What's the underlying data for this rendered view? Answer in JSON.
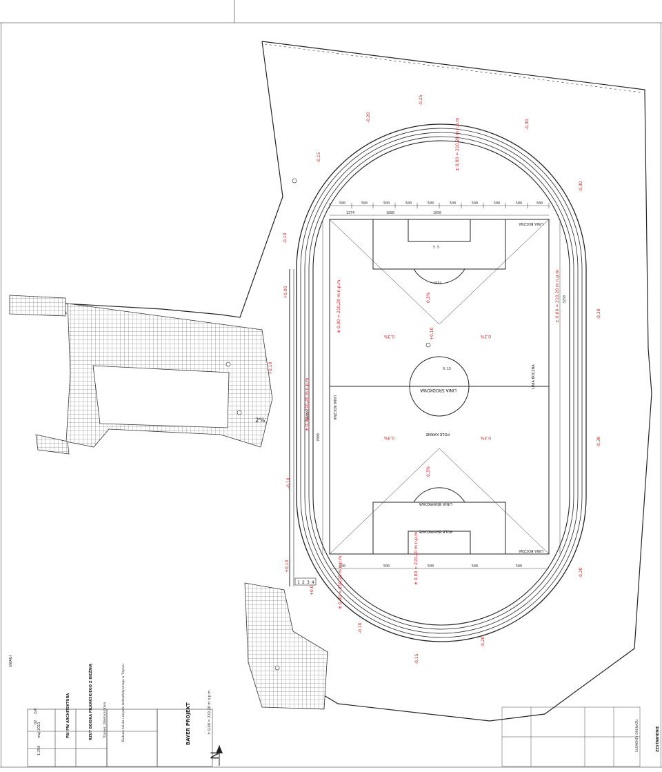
{
  "drawing": {
    "field_labels": {
      "center_line": "LINIA ŚRODKOWA",
      "side_line": "LINIA BOCZNA",
      "goal_line": "LINIA BRAMKOWA",
      "goal_area": "POLE BRAMKOWE",
      "penalty_area": "POLE KARNE"
    },
    "levels": {
      "track_top": "± 0,00 = 210,20 m n.p.m",
      "track_right": "± 0,00 = 210,20 m n.p.m",
      "track_left": "± 0,00 = 210,20 m n.p.m",
      "track_bottom_a": "± 0,00 = 210,20 m n.p.m",
      "track_bottom_b": "± 0,00 = 210,20 m n.p.m",
      "elev_a": "-0,25",
      "elev_b": "-0,20",
      "elev_c": "-0,15",
      "elev_d": "-0,10",
      "elev_e": "-0,30",
      "elev_f": "-0,30",
      "elev_g": "-0,30",
      "elev_h": "-0,20",
      "elev_i": "-0,10",
      "elev_j": "-0,15",
      "elev_k": "+0,00",
      "elev_l": "+0,10",
      "elev_m": "+0,10",
      "elev_n": "+0,00",
      "slope_a": "0,3%",
      "slope_b": "0,3%",
      "slope_c": "0,3%",
      "slope_d": "0,3%",
      "slope_e": "0,3%",
      "slope_f": "0,3%",
      "plaza_slope": "2%"
    },
    "dims": {
      "segment": "500",
      "d1": "1374",
      "d2": "1080",
      "d3": "1650",
      "d4": "4032",
      "d5": "9.15",
      "d6": "5.5",
      "d7": "10000",
      "d8": "7000",
      "d9": "3250"
    },
    "lanes": [
      "1",
      "2",
      "3",
      "4"
    ],
    "north_label": "N",
    "vertical_note": "± 0,00 = 210,20 m n.p.m.",
    "scale_note": "UWAGI"
  },
  "title_block": {
    "company": "BAYER PROJEKT",
    "project": "Budowa boiska i zespołu lekkoatletycznego w Trzyńcu",
    "location": "Trzyniec, Dzielnica Dolna",
    "drawing_title": "RZUT BOISKA PIŁKARSKIEGO Z BIEŻNIĄ",
    "stage": "PB/ PW ARCHITEKTURA",
    "scale": "1:250",
    "date": "maj 2011",
    "sheet": "02",
    "rev": "2/A"
  },
  "legend": {
    "heading": "ZESTAWIENIE",
    "sub": "ELEMENTY DRENAŻU"
  },
  "colors": {
    "line": "#333333",
    "red": "#d01515",
    "paper": "#ffffff"
  }
}
